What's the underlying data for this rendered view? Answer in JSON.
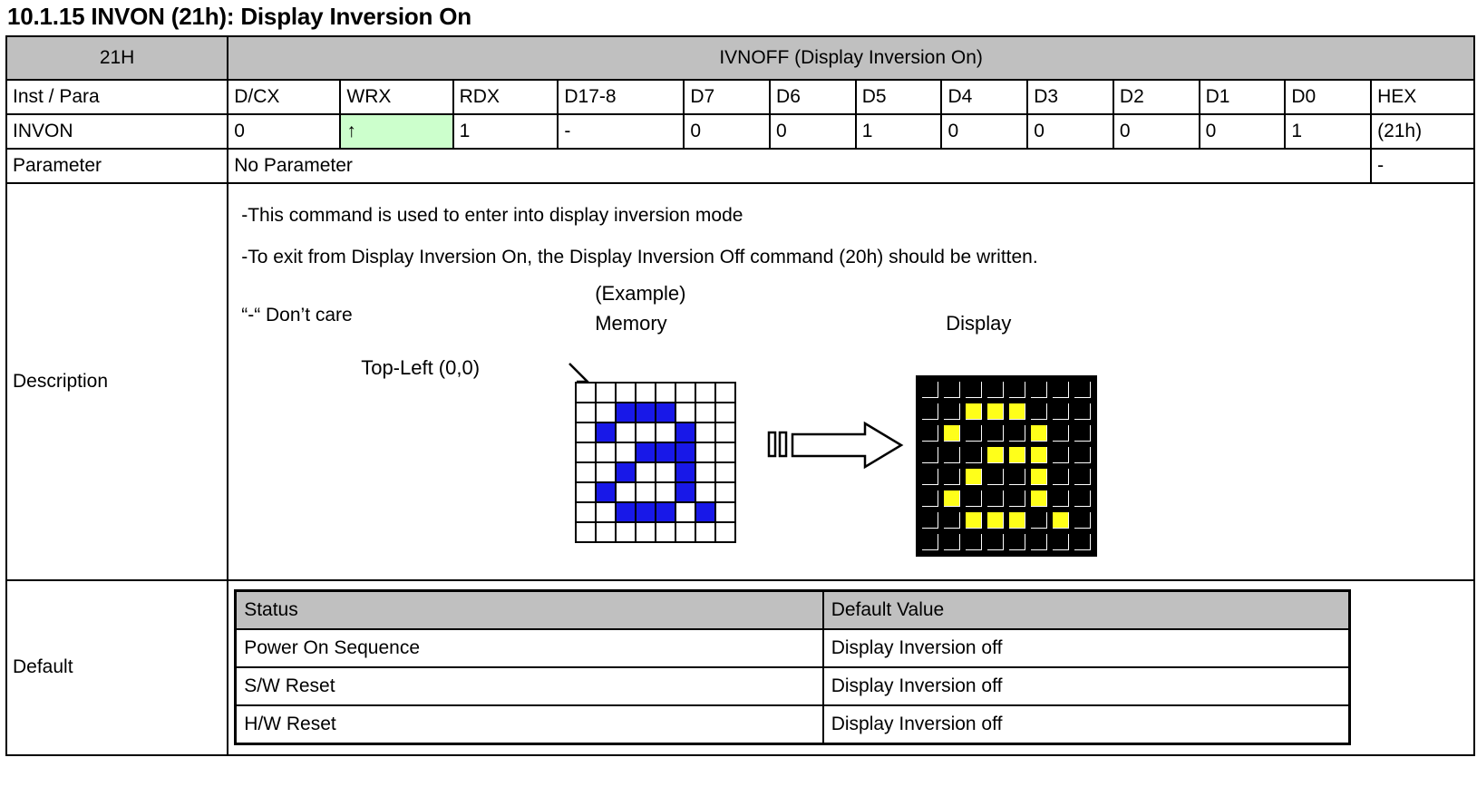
{
  "page": {
    "title": "10.1.15 INVON (21h): Display Inversion On"
  },
  "command_table": {
    "code_header": "21H",
    "name_header": "IVNOFF (Display Inversion On)",
    "columns": [
      "Inst / Para",
      "D/CX",
      "WRX",
      "RDX",
      "D17-8",
      "D7",
      "D6",
      "D5",
      "D4",
      "D3",
      "D2",
      "D1",
      "D0",
      "HEX"
    ],
    "rows": [
      {
        "label": "INVON",
        "dcx": "0",
        "wrx": "↑",
        "rdx": "1",
        "d17_8": "-",
        "d7": "0",
        "d6": "0",
        "d5": "1",
        "d4": "0",
        "d3": "0",
        "d2": "0",
        "d1": "0",
        "d0": "1",
        "hex": "(21h)"
      }
    ],
    "parameter_label": "Parameter",
    "parameter_value": "No Parameter",
    "parameter_hex": "-"
  },
  "description": {
    "label": "Description",
    "lines": [
      "-This command is used to enter into display inversion mode",
      "-To exit from Display Inversion On, the Display Inversion Off command (20h) should be written."
    ],
    "dont_care": "“-“ Don’t care",
    "example_label": "(Example)",
    "memory_label": "Memory",
    "display_label": "Display",
    "topleft_label": "Top-Left (0,0)"
  },
  "default_section": {
    "label": "Default",
    "columns": [
      "Status",
      "Default Value"
    ],
    "rows": [
      [
        "Power On Sequence",
        "Display Inversion off"
      ],
      [
        "S/W Reset",
        "Display Inversion off"
      ],
      [
        "H/W Reset",
        "Display Inversion off"
      ]
    ]
  },
  "colors": {
    "header_gray": "#c0c0c0",
    "highlight_green": "#ccffcc",
    "memory_on": "#1818e8",
    "display_on": "#ffff1a",
    "display_off": "#000000",
    "border": "#000000"
  },
  "chart_data": {
    "type": "heatmap",
    "title": "(Example) Memory to Display inversion bitmap",
    "grid_rows": 8,
    "grid_cols": 8,
    "memory": [
      [
        0,
        0,
        0,
        0,
        0,
        0,
        0,
        0
      ],
      [
        0,
        0,
        1,
        1,
        1,
        0,
        0,
        0
      ],
      [
        0,
        1,
        0,
        0,
        0,
        1,
        0,
        0
      ],
      [
        0,
        0,
        0,
        1,
        1,
        1,
        0,
        0
      ],
      [
        0,
        0,
        1,
        0,
        0,
        1,
        0,
        0
      ],
      [
        0,
        1,
        0,
        0,
        0,
        1,
        0,
        0
      ],
      [
        0,
        0,
        1,
        1,
        1,
        0,
        1,
        0
      ],
      [
        0,
        0,
        0,
        0,
        0,
        0,
        0,
        0
      ]
    ],
    "display": [
      [
        0,
        0,
        0,
        0,
        0,
        0,
        0,
        0
      ],
      [
        0,
        0,
        1,
        1,
        1,
        0,
        0,
        0
      ],
      [
        0,
        1,
        0,
        0,
        0,
        1,
        0,
        0
      ],
      [
        0,
        0,
        0,
        1,
        1,
        1,
        0,
        0
      ],
      [
        0,
        0,
        1,
        0,
        0,
        1,
        0,
        0
      ],
      [
        0,
        1,
        0,
        0,
        0,
        1,
        0,
        0
      ],
      [
        0,
        0,
        1,
        1,
        1,
        0,
        1,
        0
      ],
      [
        0,
        0,
        0,
        0,
        0,
        0,
        0,
        0
      ]
    ],
    "memory_on_color": "#1818e8",
    "memory_off_color": "#ffffff",
    "display_on_color": "#ffff1a",
    "display_off_color": "#000000"
  }
}
